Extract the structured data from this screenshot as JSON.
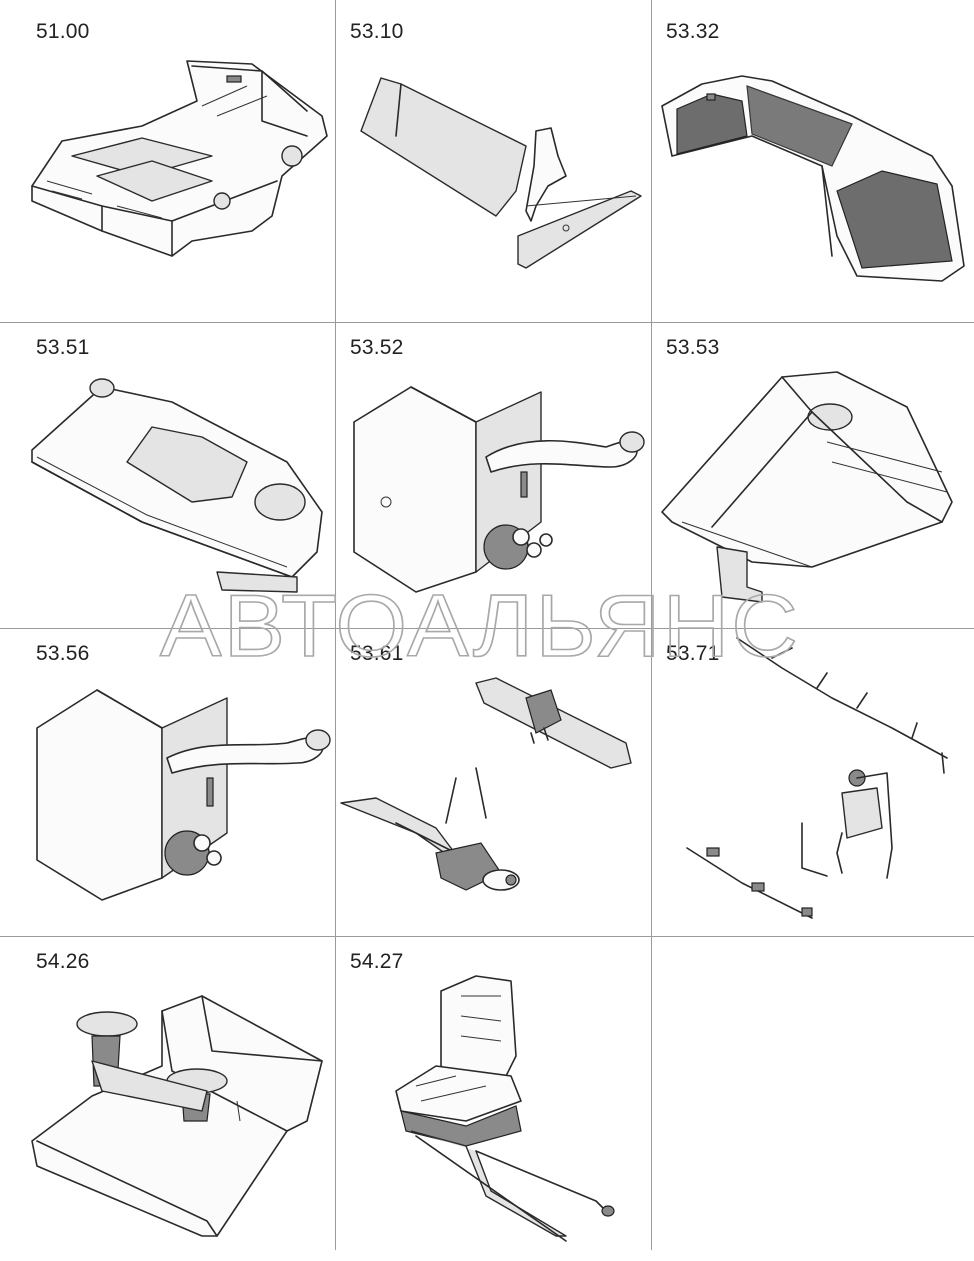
{
  "catalog": {
    "cells": [
      {
        "id": "c1",
        "label": "51.00",
        "icon": "tractor-frame-icon"
      },
      {
        "id": "c2",
        "label": "53.10",
        "icon": "panel-plates-icon"
      },
      {
        "id": "c3",
        "label": "53.32",
        "icon": "hood-grille-icon"
      },
      {
        "id": "c4",
        "label": "53.51",
        "icon": "fuel-tank-cover-icon"
      },
      {
        "id": "c5",
        "label": "53.52",
        "icon": "hydraulic-tank-icon"
      },
      {
        "id": "c6",
        "label": "53.53",
        "icon": "engine-hood-icon"
      },
      {
        "id": "c7",
        "label": "53.56",
        "icon": "hydraulic-tank-icon"
      },
      {
        "id": "c8",
        "label": "53.61",
        "icon": "control-linkage-icon"
      },
      {
        "id": "c9",
        "label": "53.71",
        "icon": "hose-assembly-icon"
      },
      {
        "id": "c10",
        "label": "54.26",
        "icon": "steering-console-icon"
      },
      {
        "id": "c11",
        "label": "54.27",
        "icon": "operator-seat-icon"
      },
      {
        "id": "c12",
        "label": "",
        "icon": ""
      }
    ]
  },
  "watermark": {
    "text": "АВТОАЛЬЯНС"
  }
}
